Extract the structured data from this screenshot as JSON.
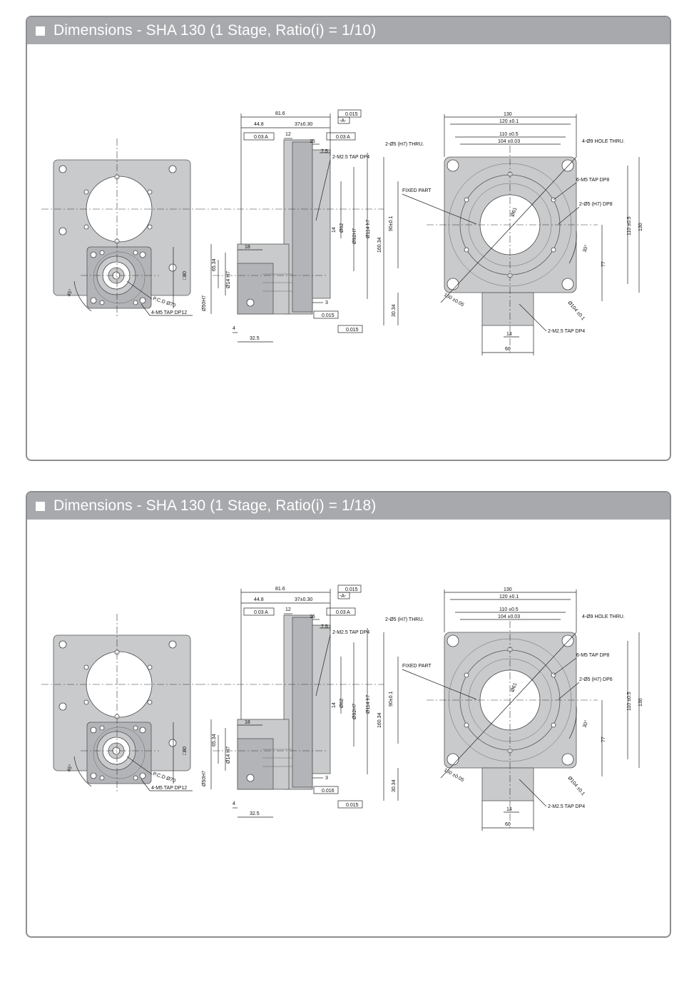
{
  "panels": [
    {
      "title": "Dimensions - SHA 130 (1 Stage, Ratio(i) = 1/10)",
      "labels": {
        "side_total": "81.6",
        "side_a": "44.8",
        "side_b": "37±0.30",
        "runout_top": "0.015",
        "datum_a": "-A-",
        "para_left": "0.03 A",
        "para_right": "0.03 A",
        "d12": "12",
        "d15": "15",
        "d7_5": "7.5",
        "tap_side": "2-M2.5 TAP DP4",
        "d62": "Ø62",
        "d92": "Ø92H7",
        "d114": "Ø114 h7",
        "d14": "14",
        "d18": "18",
        "d65": "65.34",
        "d50": "Ø50H7",
        "d14h7": "Ø14 H7",
        "d3": "3",
        "runout_mid": "0.015",
        "runout_bot": "0.015",
        "d4": "4",
        "d32": "32.5",
        "pcd": "P.C.D Ø70",
        "sq80": "□80",
        "tap_front": "4-M5 TAP DP12",
        "ang45": "45°",
        "top130": "130",
        "top120": "120 ±0.1",
        "top110": "110 ±0.5",
        "top104": "104 ±0.03",
        "pin_holes": "2-Ø5 (H7) THRU.",
        "hole_thru": "4-Ø9 HOLE THRU.",
        "fixed": "FIXED PART",
        "m5tap": "6-M5 TAP DP8",
        "pin_dp": "2-Ø5 (H7) DP8",
        "h90": "90±0.1",
        "h160": "160.34",
        "h110": "110 ±0.5",
        "h130": "130",
        "h77": "77",
        "ang30": "30°",
        "h30": "30.34",
        "d150": "150 ±0.05",
        "d104": "Ø104 ±0.1",
        "d61": "Ø61",
        "b14": "14",
        "b60": "60",
        "tap_bot": "2-M2.5 TAP DP4"
      }
    },
    {
      "title": "Dimensions - SHA 130 (1 Stage, Ratio(i) = 1/18)",
      "labels": {
        "side_total": "81.6",
        "side_a": "44.8",
        "side_b": "37±0.30",
        "runout_top": "0.015",
        "datum_a": "-A-",
        "para_left": "0.03 A",
        "para_right": "0.03 A",
        "d12": "12",
        "d15": "16",
        "d7_5": "7.5",
        "tap_side": "2-M2.5 TAP DP4",
        "d62": "Ø62",
        "d92": "Ø92H7",
        "d114": "Ø114 h7",
        "d14": "14",
        "d18": "18",
        "d65": "65.34",
        "d50": "Ø50H7",
        "d14h7": "Ø14 H7",
        "d3": "3",
        "runout_mid": "0.016",
        "runout_bot": "0.015",
        "d4": "4",
        "d32": "32.5",
        "pcd": "P.C.D Ø70",
        "sq80": "□80",
        "tap_front": "4-M5 TAP DP12",
        "ang45": "45°",
        "top130": "130",
        "top120": "120 ±0.1",
        "top110": "110 ±0.5",
        "top104": "104 ±0.03",
        "pin_holes": "2-Ø5 (H7) THRU.",
        "hole_thru": "4-Ø9 HOLE THRU.",
        "fixed": "FIXED PART",
        "m5tap": "6-M5 TAP DP8",
        "pin_dp": "2-Ø5 (H7) DP6",
        "h90": "90±0.1",
        "h160": "160.34",
        "h110": "110 ±0.5",
        "h130": "130",
        "h77": "77",
        "ang30": "30°",
        "h30": "30.34",
        "d150": "150 ±0.05",
        "d104": "Ø104 ±0.1",
        "d61": "Ø61",
        "b14": "14",
        "b60": "60",
        "tap_bot": "2-M2.5 TAP DP4"
      }
    }
  ]
}
